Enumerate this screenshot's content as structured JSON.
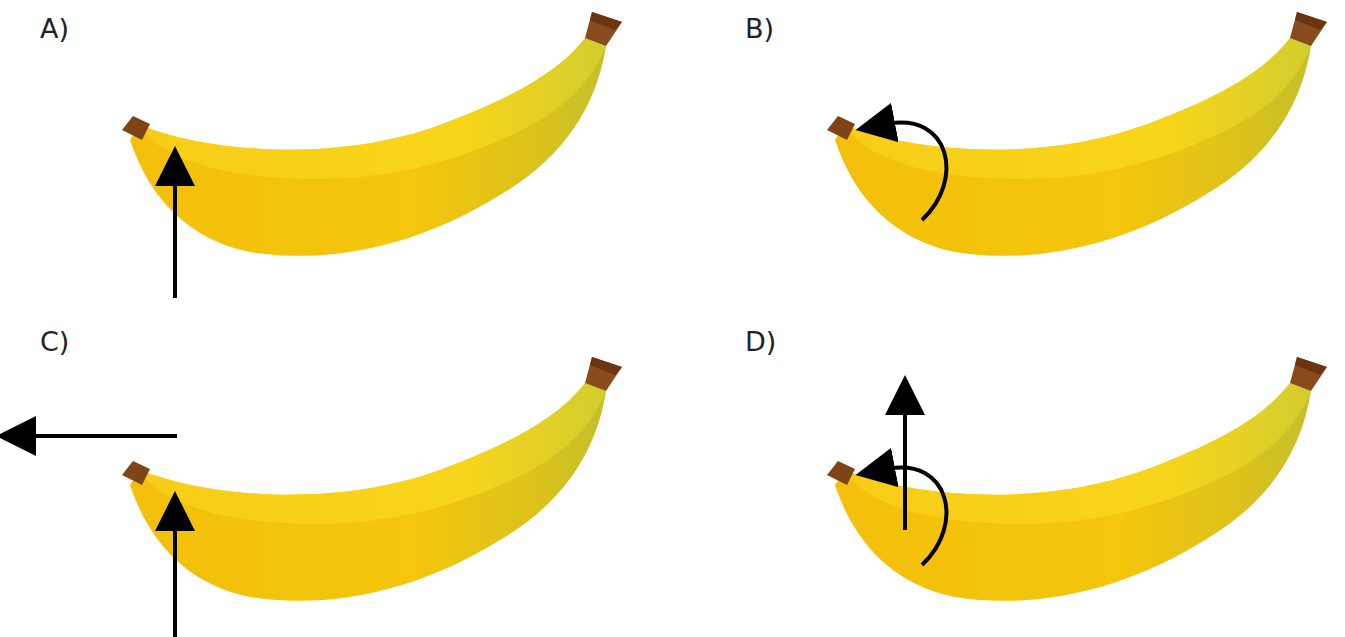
{
  "diagram": {
    "labels": [
      "A)",
      "B)",
      "C)",
      "D)"
    ]
  }
}
